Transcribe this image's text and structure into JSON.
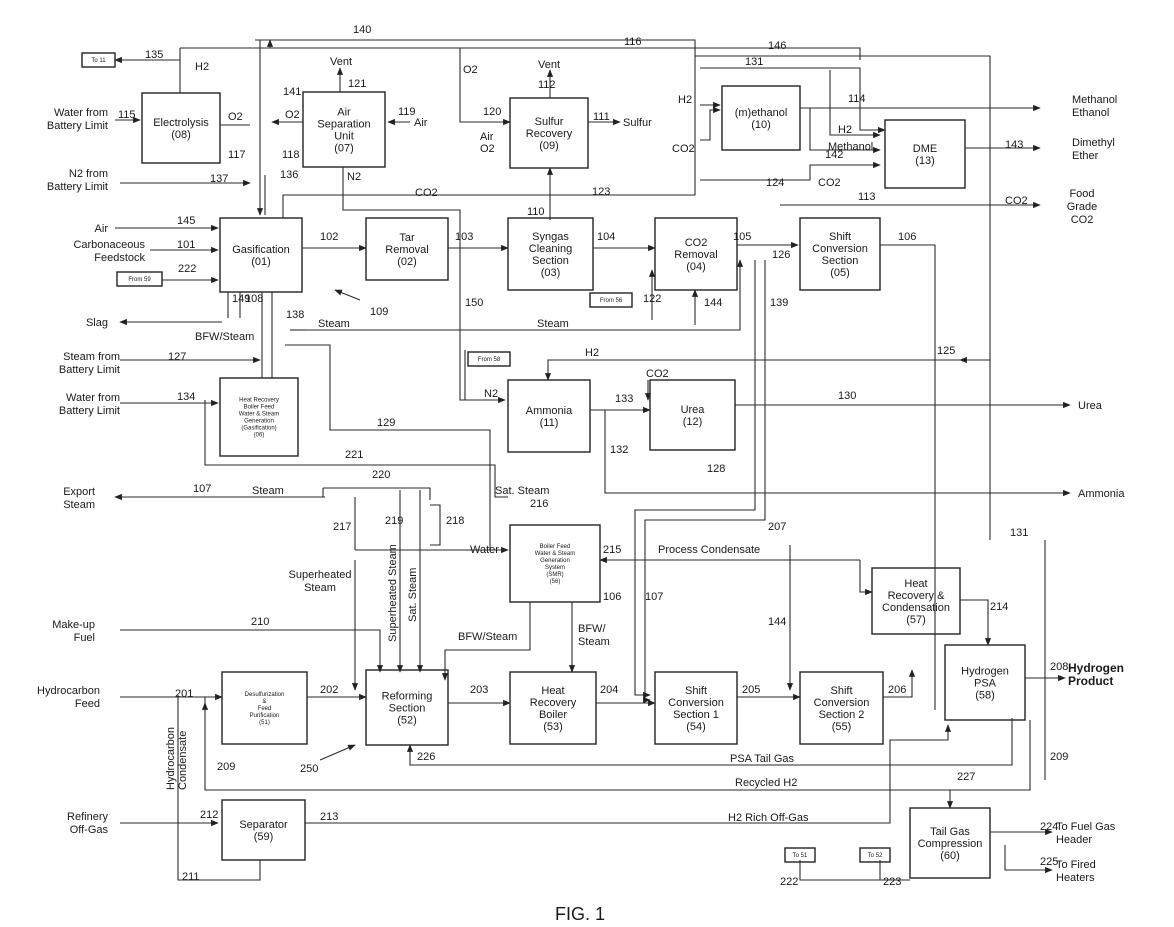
{
  "figure_caption": "FIG. 1",
  "units": [
    {
      "id": "electrolysis",
      "lines": [
        "Electrolysis",
        "(08)"
      ]
    },
    {
      "id": "air_sep",
      "lines": [
        "Air",
        "Separation",
        "Unit",
        "(07)"
      ]
    },
    {
      "id": "sulfur",
      "lines": [
        "Sulfur",
        "Recovery",
        "(09)"
      ]
    },
    {
      "id": "methanol",
      "lines": [
        "(m)ethanol",
        "(10)"
      ]
    },
    {
      "id": "dme",
      "lines": [
        "DME",
        "(13)"
      ]
    },
    {
      "id": "gasification",
      "lines": [
        "Gasification",
        "(01)"
      ]
    },
    {
      "id": "tar",
      "lines": [
        "Tar",
        "Removal",
        "(02)"
      ]
    },
    {
      "id": "syngas",
      "lines": [
        "Syngas",
        "Cleaning",
        "Section",
        "(03)"
      ]
    },
    {
      "id": "co2rem",
      "lines": [
        "CO2",
        "Removal",
        "(04)"
      ]
    },
    {
      "id": "shift05",
      "lines": [
        "Shift",
        "Conversion",
        "Section",
        "(05)"
      ]
    },
    {
      "id": "ammonia",
      "lines": [
        "Ammonia",
        "(11)"
      ]
    },
    {
      "id": "urea",
      "lines": [
        "Urea",
        "(12)"
      ]
    },
    {
      "id": "hrsg06",
      "lines": [
        "Heat Recovery",
        "Boiler Feed",
        "Water & Steam",
        "Generation",
        "(Gasification)",
        "(06)"
      ]
    },
    {
      "id": "bfw56",
      "lines": [
        "Boiler Feed",
        "Water & Steam",
        "Generation",
        "System",
        "(SMR)",
        "(56)"
      ]
    },
    {
      "id": "hrc57",
      "lines": [
        "Heat",
        "Recovery &",
        "Condensation",
        "(57)"
      ]
    },
    {
      "id": "h2psa",
      "lines": [
        "Hydrogen",
        "PSA",
        "(58)"
      ]
    },
    {
      "id": "desulf",
      "lines": [
        "Desulfurization",
        "&",
        "Feed",
        "Purification",
        "(51)"
      ]
    },
    {
      "id": "reforming",
      "lines": [
        "Reforming",
        "Section",
        "(52)"
      ]
    },
    {
      "id": "hrb53",
      "lines": [
        "Heat",
        "Recovery",
        "Boiler",
        "(53)"
      ]
    },
    {
      "id": "shift54",
      "lines": [
        "Shift",
        "Conversion",
        "Section 1",
        "(54)"
      ]
    },
    {
      "id": "shift55",
      "lines": [
        "Shift",
        "Conversion",
        "Section 2",
        "(55)"
      ]
    },
    {
      "id": "separator",
      "lines": [
        "Separator",
        "(59)"
      ]
    },
    {
      "id": "tailgas",
      "lines": [
        "Tail Gas",
        "Compression",
        "(60)"
      ]
    }
  ],
  "small_boxes": [
    {
      "id": "to11",
      "text": "To 11"
    },
    {
      "id": "fromsep",
      "text": "From 59"
    },
    {
      "id": "from56a",
      "text": "From 56"
    },
    {
      "id": "from58",
      "text": "From 58"
    },
    {
      "id": "to51",
      "text": "To 51"
    },
    {
      "id": "to52",
      "text": "To 52"
    }
  ],
  "external_labels": {
    "water_bl": [
      "Water from",
      "Battery Limit"
    ],
    "n2_bl": [
      "N2 from",
      "Battery Limit"
    ],
    "air": "Air",
    "carb": [
      "Carbonaceous",
      "Feedstock"
    ],
    "slag": "Slag",
    "steam_bl": [
      "Steam from",
      "Battery Limit"
    ],
    "water_bl2": [
      "Water from",
      "Battery Limit"
    ],
    "export": [
      "Export",
      "Steam"
    ],
    "makeup": [
      "Make-up",
      "Fuel"
    ],
    "hcfeed": [
      "Hydrocarbon",
      "Feed"
    ],
    "refinery": [
      "Refinery",
      "Off-Gas"
    ],
    "meth_out": [
      "Methanol",
      "Ethanol"
    ],
    "dme_out": [
      "Dimethyl",
      "Ether"
    ],
    "co2_out": [
      "Food",
      "Grade",
      "CO2"
    ],
    "urea_out": "Urea",
    "ammonia_out": "Ammonia",
    "h2_out": [
      "Hydrogen",
      "Product"
    ],
    "fuelgas": [
      "To Fuel Gas",
      "Header"
    ],
    "fired": [
      "To Fired",
      "Heaters"
    ],
    "vent1": "Vent",
    "vent2": "Vent",
    "sulfur": "Sulfur",
    "air2": "Air"
  },
  "stream_labels": {
    "h2a": "H2",
    "o2a": "O2",
    "o2b": "O2",
    "o2c": "O2",
    "airo2": [
      "Air",
      "O2"
    ],
    "n2a": "N2",
    "co2a": "CO2",
    "h2b": "H2",
    "co2b": "CO2",
    "h2c": "H2",
    "methanol": "Methanol",
    "co2c": "CO2",
    "co2d": "CO2",
    "bfwsteam": "BFW/Steam",
    "steam1": "Steam",
    "steam2": "Steam",
    "h2d": "H2",
    "n2b": "N2",
    "co2e": "CO2",
    "steam3": "Steam",
    "satsteam1": "Sat. Steam",
    "water": "Water",
    "process_cond": "Process Condensate",
    "superheated": [
      "Superheated",
      "Steam"
    ],
    "sh_vert": "Superheated Steam",
    "sat_vert": "Sat. Steam",
    "bfwsteam2": "BFW/Steam",
    "bfwsteam3": [
      "BFW/",
      "Steam"
    ],
    "psa_tail": "PSA Tail Gas",
    "recycled": "Recycled H2",
    "h2rich": "H2 Rich Off-Gas",
    "hc_cond": [
      "Hydrocarbon",
      "Condensate"
    ]
  },
  "stream_numbers": [
    "135",
    "140",
    "116",
    "146",
    "131",
    "121",
    "112",
    "120",
    "111",
    "119",
    "115",
    "141",
    "117",
    "118",
    "137",
    "136",
    "114",
    "142",
    "143",
    "145",
    "124",
    "113",
    "101",
    "123",
    "102",
    "103",
    "110",
    "104",
    "105",
    "106",
    "126",
    "222",
    "149",
    "108",
    "109",
    "150",
    "122",
    "139",
    "144",
    "127",
    "138",
    "125",
    "130",
    "133",
    "132",
    "134",
    "129",
    "221",
    "128",
    "107",
    "220",
    "217",
    "219",
    "218",
    "216",
    "215",
    "214",
    "207",
    "106",
    "107",
    "144",
    "210",
    "201",
    "202",
    "203",
    "204",
    "205",
    "206",
    "208",
    "250",
    "209",
    "226",
    "211",
    "212",
    "213",
    "227",
    "209",
    "224",
    "225",
    "222",
    "223",
    "131"
  ]
}
